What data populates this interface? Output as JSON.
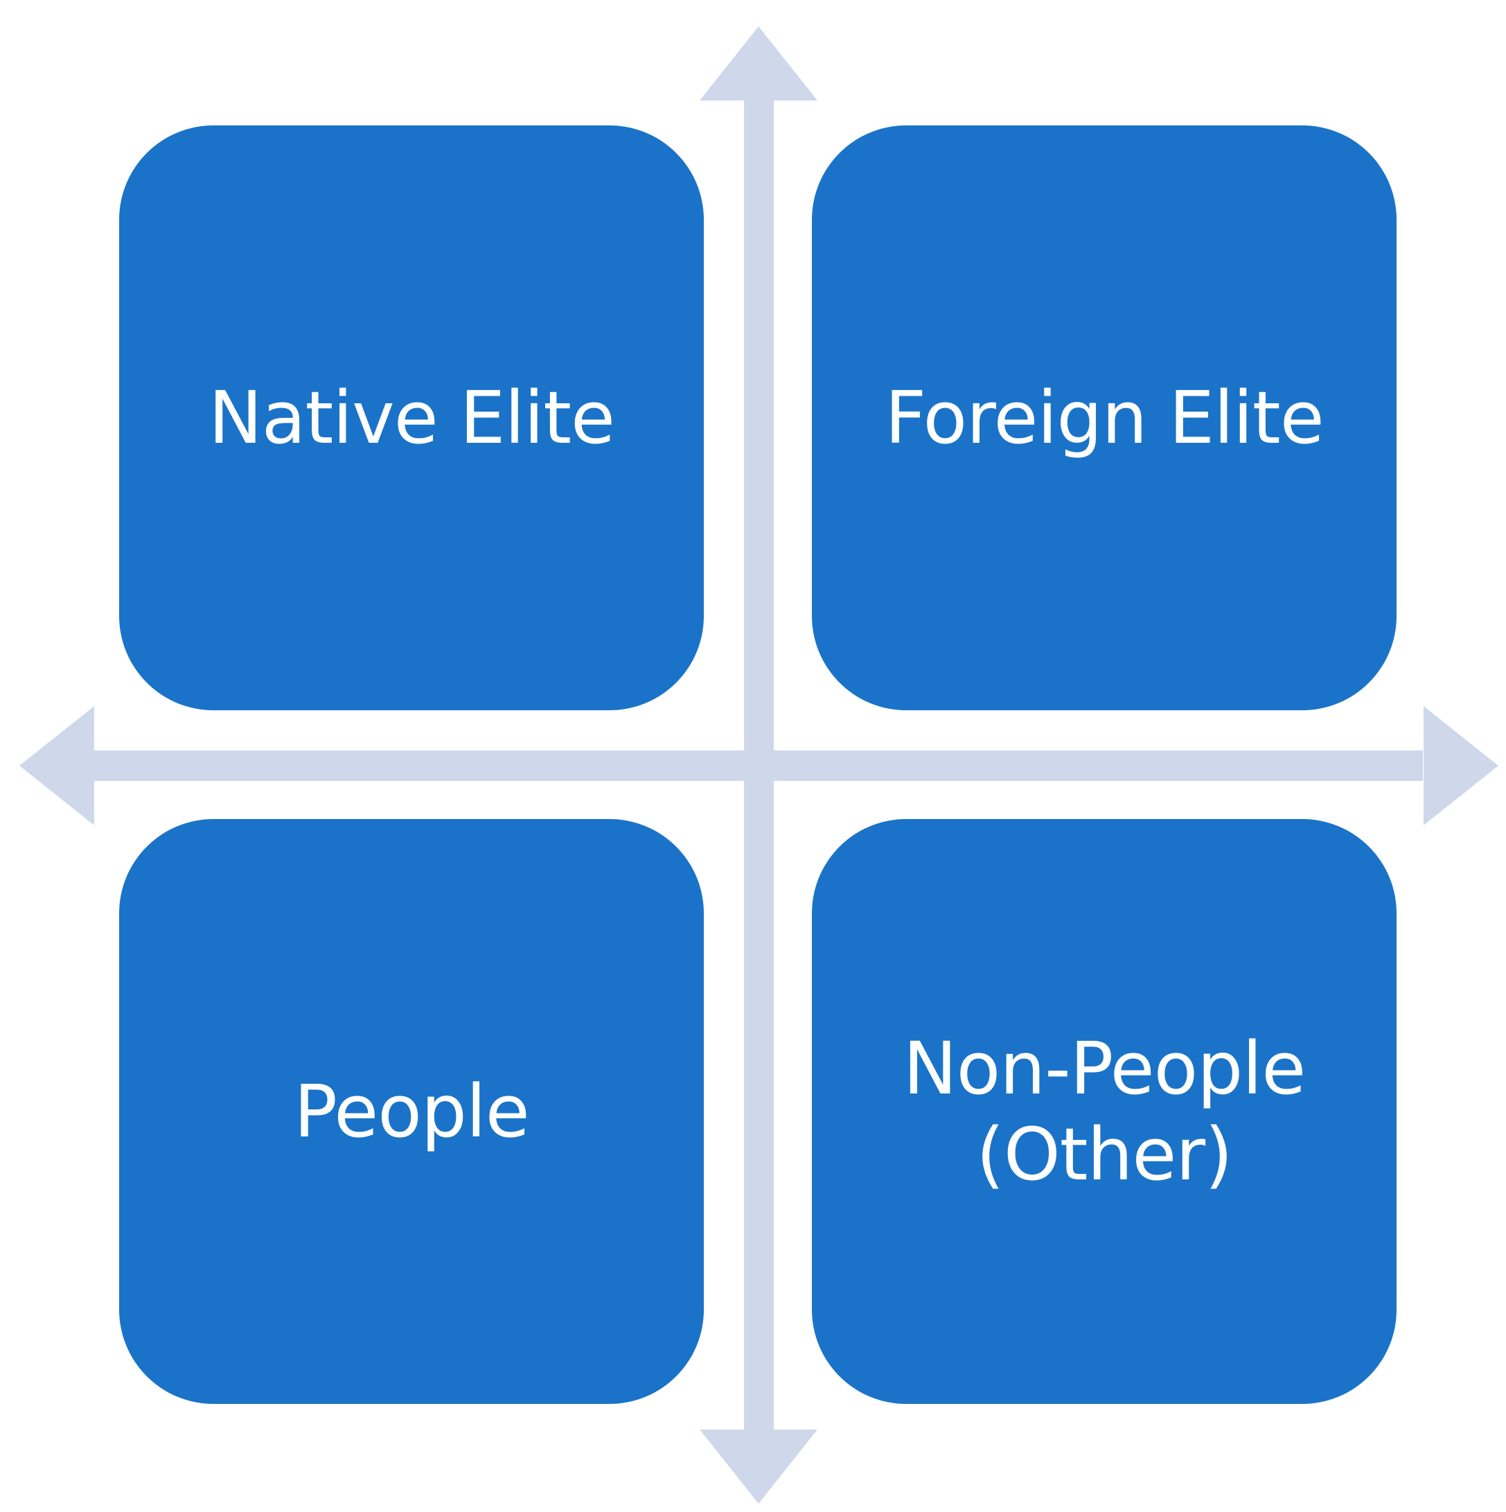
{
  "colors": {
    "box_fill": "#1a73c8",
    "box_text": "#ffffff",
    "axis": "#cfd8ea",
    "background": "#ffffff"
  },
  "quadrants": {
    "top_left": {
      "label": "Native Elite"
    },
    "top_right": {
      "label": "Foreign Elite"
    },
    "bottom_left": {
      "label": "People"
    },
    "bottom_right": {
      "line1": "Non-People",
      "line2": "(Other)"
    }
  }
}
